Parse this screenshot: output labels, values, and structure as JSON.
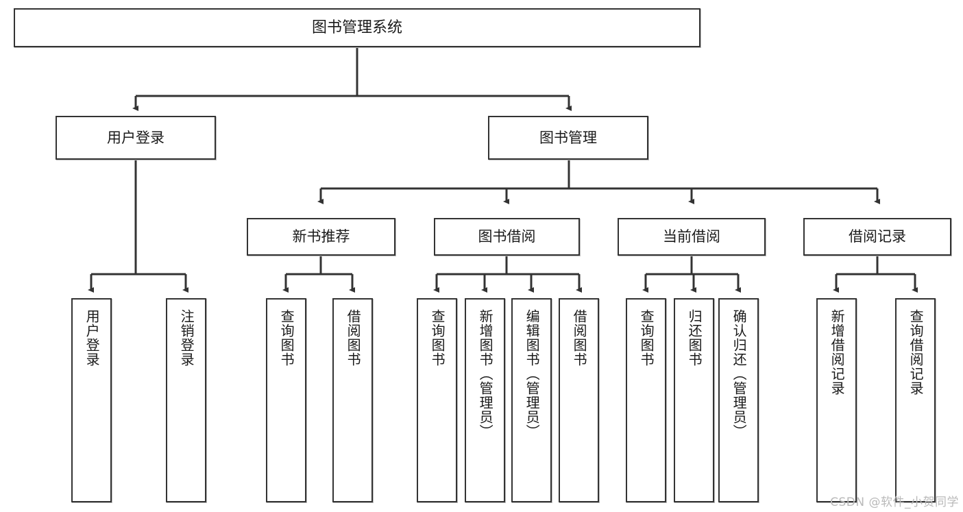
{
  "diagram": {
    "title": "图书管理系统",
    "type": "tree-hierarchy-chart",
    "watermark": "CSDN @软件_小贺同学",
    "colors": {
      "border": "#333333",
      "fill": "#ffffff",
      "text": "#1a1a1a",
      "watermark": "#b9b9b9"
    },
    "levels": {
      "root": {
        "label": "图书管理系统"
      },
      "level2": [
        {
          "label": "用户登录"
        },
        {
          "label": "图书管理"
        }
      ],
      "level3": [
        {
          "label": "新书推荐"
        },
        {
          "label": "图书借阅"
        },
        {
          "label": "当前借阅"
        },
        {
          "label": "借阅记录"
        }
      ],
      "leaves": [
        {
          "label": "用户登录",
          "parent": "用户登录"
        },
        {
          "label": "注销登录",
          "parent": "用户登录"
        },
        {
          "label": "查询图书",
          "parent": "新书推荐"
        },
        {
          "label": "借阅图书",
          "parent": "新书推荐"
        },
        {
          "label": "查询图书",
          "parent": "图书借阅"
        },
        {
          "label": "新增图书（管理员）",
          "parent": "图书借阅"
        },
        {
          "label": "编辑图书（管理员）",
          "parent": "图书借阅"
        },
        {
          "label": "借阅图书",
          "parent": "图书借阅"
        },
        {
          "label": "查询图书",
          "parent": "当前借阅"
        },
        {
          "label": "归还图书",
          "parent": "当前借阅"
        },
        {
          "label": "确认归还（管理员）",
          "parent": "当前借阅"
        },
        {
          "label": "新增借阅记录",
          "parent": "借阅记录"
        },
        {
          "label": "查询借阅记录",
          "parent": "借阅记录"
        }
      ]
    }
  }
}
